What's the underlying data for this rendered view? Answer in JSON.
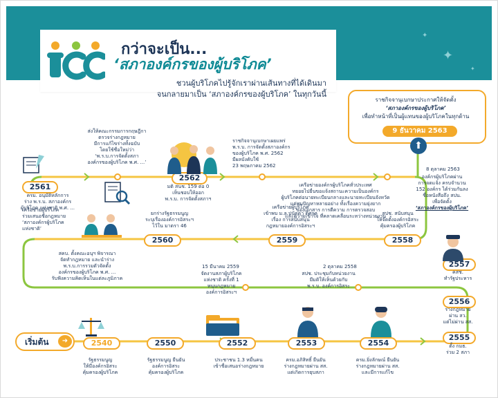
{
  "header": {
    "logo_text": "TCC",
    "title_line1": "กว่าจะเป็น...",
    "title_line2": "‘สภาองค์กรของผู้บริโภค’",
    "subtitle_line1": "ชวนผู้บริโภคไปรู้จักเราผ่านเส้นทางที่ได้เดินมา",
    "subtitle_line2": "จนกลายมาเป็น ‘สภาองค์กรของผู้บริโภค’ ในทุกวันนี้"
  },
  "final": {
    "line1": "ราชกิจจานุเบกษาประกาศให้จัดตั้ง",
    "line2": "‘สภาองค์กรของผู้บริโภค’",
    "line3": "เพื่อทำหน้าที่เป็นผู้แทนของผู้บริโภคในทุกด้าน",
    "date": "9 ธันวาคม 2563"
  },
  "start_label": "เริ่มต้น",
  "milestones": {
    "y2540": "2540",
    "y2550": "2550",
    "y2552": "2552",
    "y2553": "2553",
    "y2554": "2554",
    "y2555": "2555",
    "y2556": "2556",
    "y2557": "2557",
    "y2558": "2558",
    "y2559": "2559",
    "y2560": "2560",
    "y2561": "2561",
    "y2562": "2562"
  },
  "dates": {
    "d1": "15 มีนาคม 2559",
    "d2": "2 ตุลาคม 2558",
    "d3": "8 ตุลาคม 2563"
  },
  "texts": {
    "t2540": [
      "รัฐธรรมนูญ",
      "ให้มีองค์กรอิสระ",
      "คุ้มครองผู้บริโภค"
    ],
    "t2550": [
      "รัฐธรรมนูญ ยืนยัน",
      "องค์การอิสระ",
      "คุ้มครองผู้บริโภค"
    ],
    "t2552": [
      "ประชาชน 1.3 หมื่นคน",
      "เข้าชื่อเสนอร่างกฎหมาย"
    ],
    "t2553": [
      "ครม.อภิสิทธิ์ ยืนยัน",
      "ร่างกฎหมายผ่าน สส.",
      "แต่เกิดการยุบสภา"
    ],
    "t2554": [
      "ครม.ยิ่งลักษณ์ ยืนยัน",
      "ร่างกฎหมายผ่าน สส.",
      "และมีการแก้ไข"
    ],
    "t2555": [
      "ตั้ง กมธ.",
      "ร่วม 2 สภา"
    ],
    "t2556": [
      "ร่างกฎหมาย",
      "ผ่าน สว.",
      "แต่ไม่ผ่าน สส."
    ],
    "t2557": [
      "คสช.",
      "ทำรัฐประหาร"
    ],
    "t2558a": [
      "สปช. สนับสนุน",
      "ให้จัดตั้งองค์กรอิสระ",
      "คุ้มครองผู้บริโภค"
    ],
    "t2558b": [
      "สปช. ประชุมกับหน่วยงาน",
      "มีมติให้เห็นด้วยกับ",
      "พ.ร.บ. องค์การอิสระ"
    ],
    "t2559a": [
      "เครือข่ายผู้บริโภค",
      "เข้าพบ ม.ล.ปนัดดา ดิศกุล",
      "เรื่อง การสนับสนุน",
      "กฎหมายองค์การอิสระฯ"
    ],
    "t2559b": [
      "จัดงานสภาผู้บริโภค",
      "แห่งชาติ ครั้งที่ 1",
      "หนุนกฎหมาย",
      "องค์การอิสระฯ"
    ],
    "t2560a": [
      "ยกร่างรัฐธรรมนูญ",
      "ระบุเรื่ององค์การอิสระฯ",
      "ไว้ใน มาตรา 46"
    ],
    "t2560b": [
      "สคบ. ตั้งคณะอนุฯ พิจารณา",
      "จัดทำกฎหมาย และนำร่าง",
      "พ.ร.บ.การรวมตัวจัดตั้ง",
      "องค์กรของผู้บริโภค พ.ศ. ...",
      "รับฟังความคิดเห็นในแต่ละภูมิภาค"
    ],
    "t2560c": [
      "เครือข่ายผู้บริโภค",
      "ร่วมเสนอชื่อกฎหมาย",
      "‘สภาองค์กรผู้บริโภค",
      "แห่งชาติ’"
    ],
    "t2561": [
      "ครม. อนุมัติหลักการ",
      "ร่าง พ.ร.บ. สภาองค์กร",
      "ผู้บริโภค แห่งชาติ พ.ศ. ..."
    ],
    "t2561top": [
      "ส่งให้คณะกรรมการกฤษฎีกา",
      "ตรวจร่างกฎหมาย",
      "มีการแก้ไขร่างทั้งฉบับ",
      "โดยใช้ชื่อใหม่ว่า",
      "‘พ.ร.บ.การจัดตั้งสภา",
      "องค์กรของผู้บริโภค พ.ศ. ...’"
    ],
    "t2562": [
      "มติ สนช. 159 ต่อ 0",
      "เห็นชอบให้ออก",
      "พ.ร.บ. การจัดตั้งสภาฯ"
    ],
    "t2562b": [
      "ราชกิจจานุเบกษาเผยแพร่",
      "พ.ร.บ. การจัดตั้งสภาองค์กร",
      "ของผู้บริโภค พ.ศ. 2562",
      "มีผลบังคับใช้",
      "23 พฤษภาคม 2562"
    ],
    "t2562c": [
      "เครือข่ายองค์กรผู้บริโภคทั่วประเทศ",
      "ทยอยไปยื่นขอแจ้งสถานะความเป็นองค์กร",
      "ผู้บริโภคต่อนายทะเบียนกลางและนายทะเบียนจังหวัด",
      "แต่พบปัญหาหลายอย่าง ทั้งเรื่องความยุ่งยาก",
      "ของเอกสาร การตีความ การตรวจสอบ",
      "และความเข้าใจ ที่คลาดเคลื่อนระหว่างหน่วยงาน"
    ],
    "t2563": [
      "องค์กรผู้บริโภคผ่าน",
      "การจดแจ้ง ครบจำนวน",
      "152 องค์กร ได้ร่วมกันลง",
      "ชื่อหนังสือถึง สปน.",
      "เพื่อจัดตั้ง"
    ],
    "t2563b": "‘สภาองค์กรของผู้บริโภค’"
  },
  "colors": {
    "teal": "#1b8f9a",
    "orange": "#f3a92a",
    "navy": "#1d3557",
    "green": "#8cc63f",
    "yellow": "#f5c542"
  }
}
